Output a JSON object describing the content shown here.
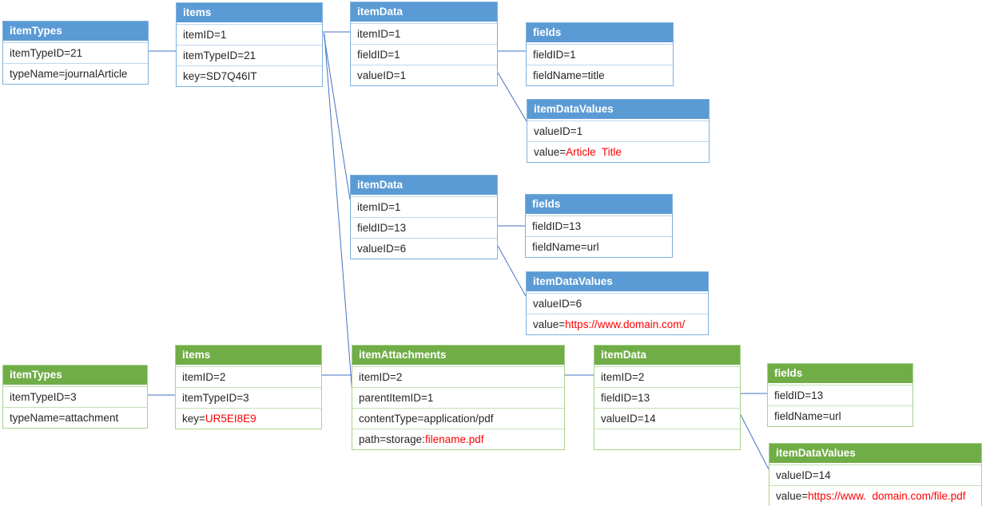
{
  "colors": {
    "blue_header": "#5B9BD5",
    "blue_border": "#7EB1DC",
    "green_header": "#70AD47",
    "green_border": "#A9D18E",
    "connector_line": "#4472C4",
    "highlight_text": "#FF0000",
    "row_text": "#262626"
  },
  "tables": [
    {
      "title": "itemTypes",
      "theme": "blue",
      "rows": [
        {
          "text": "itemTypeID=21"
        },
        {
          "text": "typeName=journalArticle"
        }
      ]
    },
    {
      "title": "items",
      "theme": "blue",
      "rows": [
        {
          "text": "itemID=1"
        },
        {
          "text": "itemTypeID=21"
        },
        {
          "text": "key=SD7Q46IT"
        }
      ]
    },
    {
      "title": "itemData",
      "theme": "blue",
      "rows": [
        {
          "text": "itemID=1"
        },
        {
          "text": "fieldID=1"
        },
        {
          "text": "valueID=1"
        }
      ]
    },
    {
      "title": "fields",
      "theme": "blue",
      "rows": [
        {
          "text": "fieldID=1"
        },
        {
          "text": "fieldName=title"
        }
      ]
    },
    {
      "title": "itemDataValues",
      "theme": "blue",
      "rows": [
        {
          "text": "valueID=1"
        },
        {
          "text": "value=",
          "red": "Article  Title"
        }
      ]
    },
    {
      "title": "itemData",
      "theme": "blue",
      "rows": [
        {
          "text": "itemID=1"
        },
        {
          "text": "fieldID=13"
        },
        {
          "text": "valueID=6"
        }
      ]
    },
    {
      "title": "fields",
      "theme": "blue",
      "rows": [
        {
          "text": "fieldID=13"
        },
        {
          "text": "fieldName=url"
        }
      ]
    },
    {
      "title": "itemDataValues",
      "theme": "blue",
      "rows": [
        {
          "text": "valueID=6"
        },
        {
          "text": "value=",
          "red": "https://www.domain.com/"
        }
      ]
    },
    {
      "title": "itemTypes",
      "theme": "green",
      "rows": [
        {
          "text": "itemTypeID=3"
        },
        {
          "text": "typeName=attachment"
        }
      ]
    },
    {
      "title": "items",
      "theme": "green",
      "rows": [
        {
          "text": "itemID=2"
        },
        {
          "text": "itemTypeID=3"
        },
        {
          "text": "key=",
          "red": "UR5EI8E9"
        }
      ]
    },
    {
      "title": "itemAttachments",
      "theme": "green",
      "rows": [
        {
          "text": "itemID=2"
        },
        {
          "text": "parentItemID=1"
        },
        {
          "text": "contentType=application/pdf"
        },
        {
          "text": "path=storage:",
          "red": "filename.pdf"
        }
      ]
    },
    {
      "title": "itemData",
      "theme": "green",
      "rows": [
        {
          "text": "itemID=2"
        },
        {
          "text": "fieldID=13"
        },
        {
          "text": "valueID=14"
        },
        {
          "text": ""
        }
      ]
    },
    {
      "title": "fields",
      "theme": "green",
      "rows": [
        {
          "text": "fieldID=13"
        },
        {
          "text": "fieldName=url"
        }
      ]
    },
    {
      "title": "itemDataValues",
      "theme": "green",
      "rows": [
        {
          "text": "valueID=14"
        },
        {
          "text": "value=",
          "red": "https://www.  domain.com/file.pdf"
        }
      ]
    }
  ]
}
